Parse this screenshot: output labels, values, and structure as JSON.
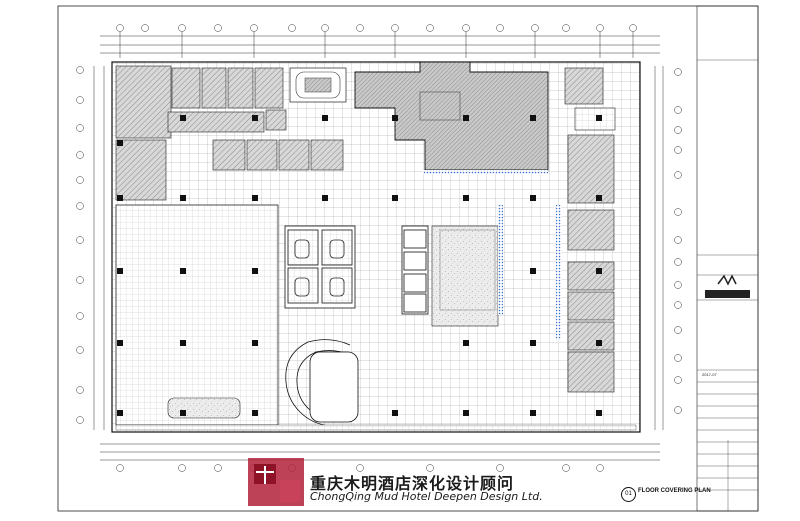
{
  "watermark": {
    "chinese_name": "重庆木明酒店深化设计顾问",
    "english_name": "ChongQing Mud Hotel Deepen Design Ltd."
  },
  "plan": {
    "number": "01",
    "title_en": "FLOOR COVERING PLAN"
  },
  "title_block": {
    "date": "2017-07"
  }
}
